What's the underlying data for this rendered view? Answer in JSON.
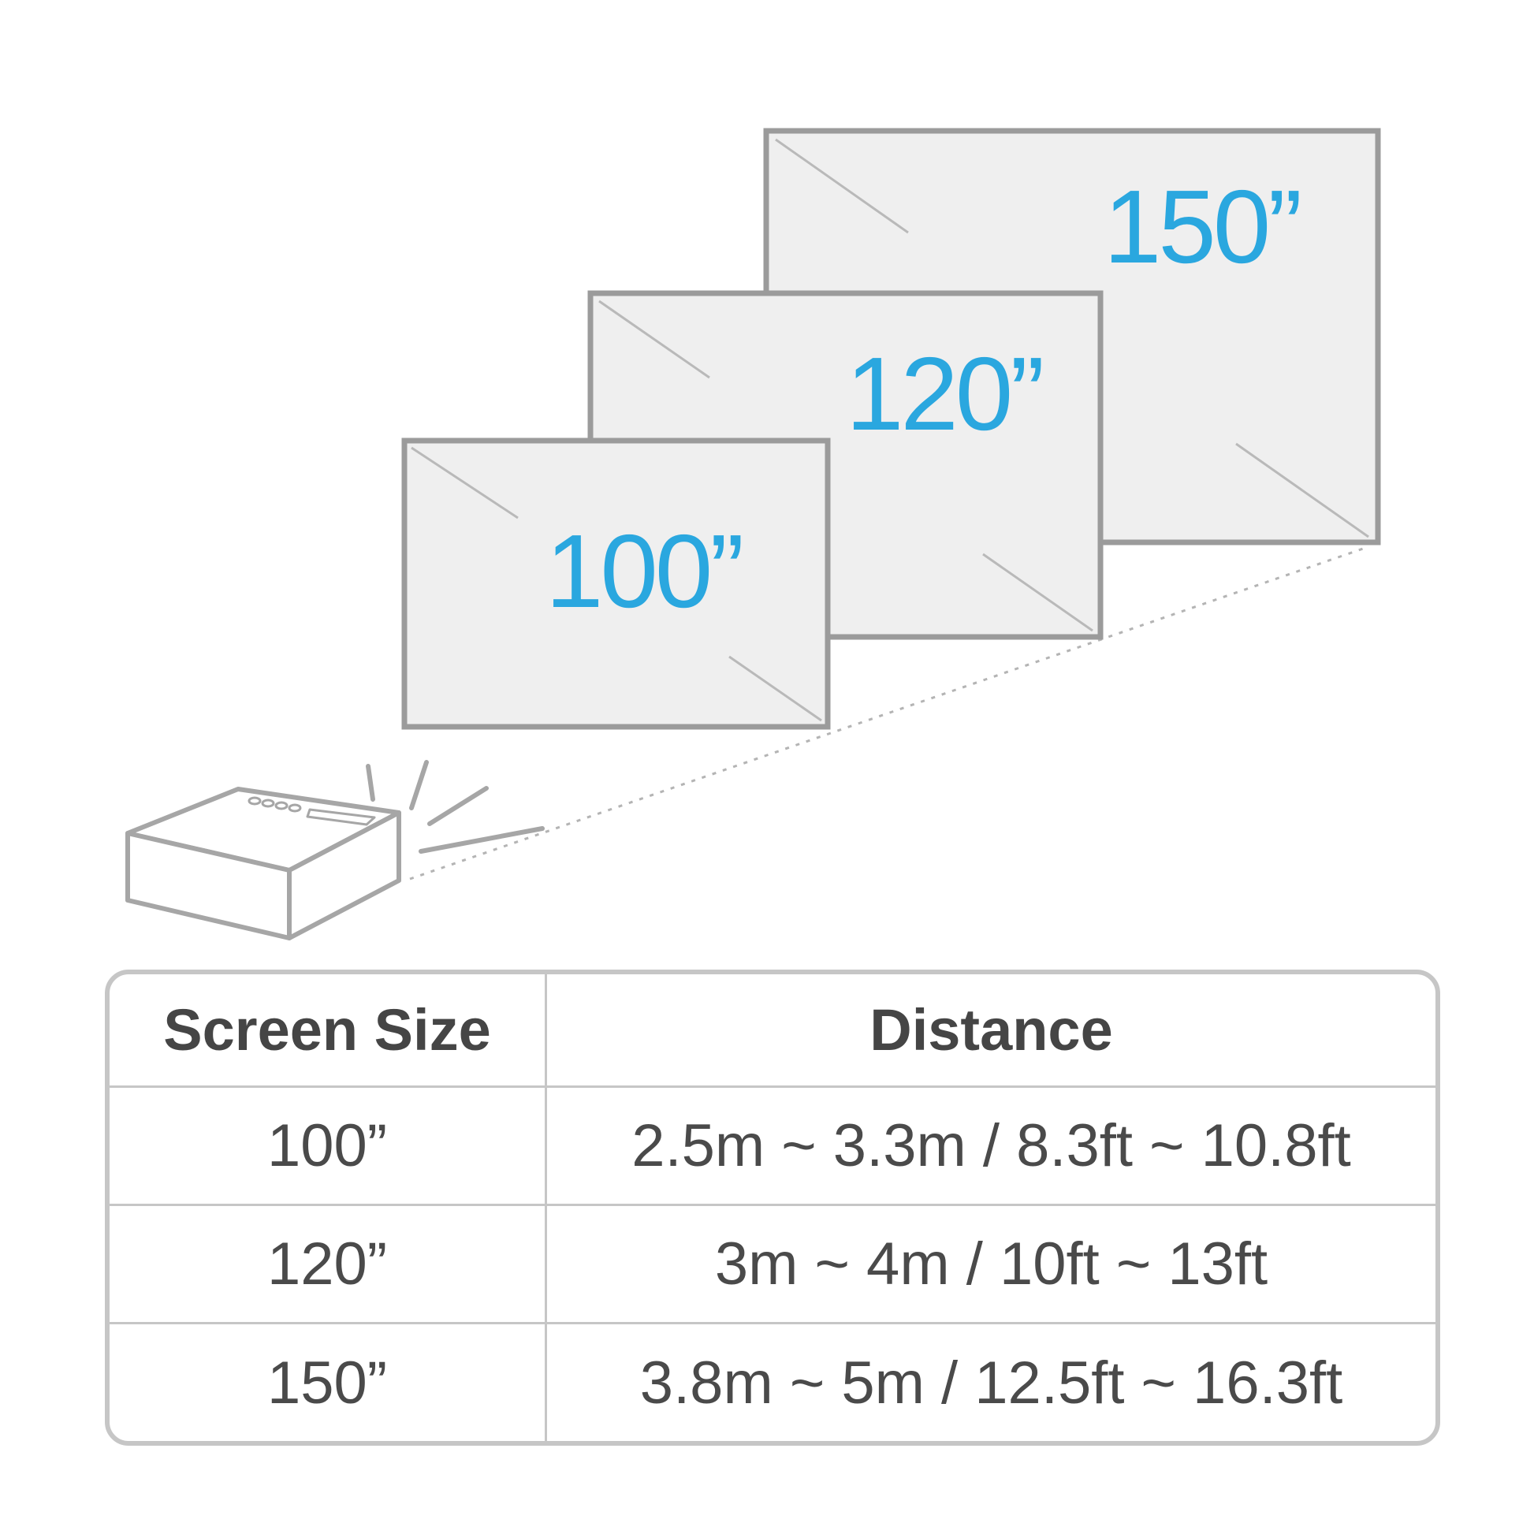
{
  "screens": [
    {
      "label": "150”"
    },
    {
      "label": "120”"
    },
    {
      "label": "100”"
    }
  ],
  "table": {
    "headers": [
      "Screen Size",
      "Distance"
    ],
    "rows": [
      {
        "size": "100”",
        "distance": "2.5m ~ 3.3m / 8.3ft ~ 10.8ft"
      },
      {
        "size": "120”",
        "distance": "3m ~ 4m / 10ft ~ 13ft"
      },
      {
        "size": "150”",
        "distance": "3.8m ~ 5m / 12.5ft ~ 16.3ft"
      }
    ]
  },
  "colors": {
    "label_blue": "#2aa7df",
    "frame_gray": "#9b9b9b",
    "screen_fill": "#efefef",
    "text": "#4a4a4a"
  }
}
